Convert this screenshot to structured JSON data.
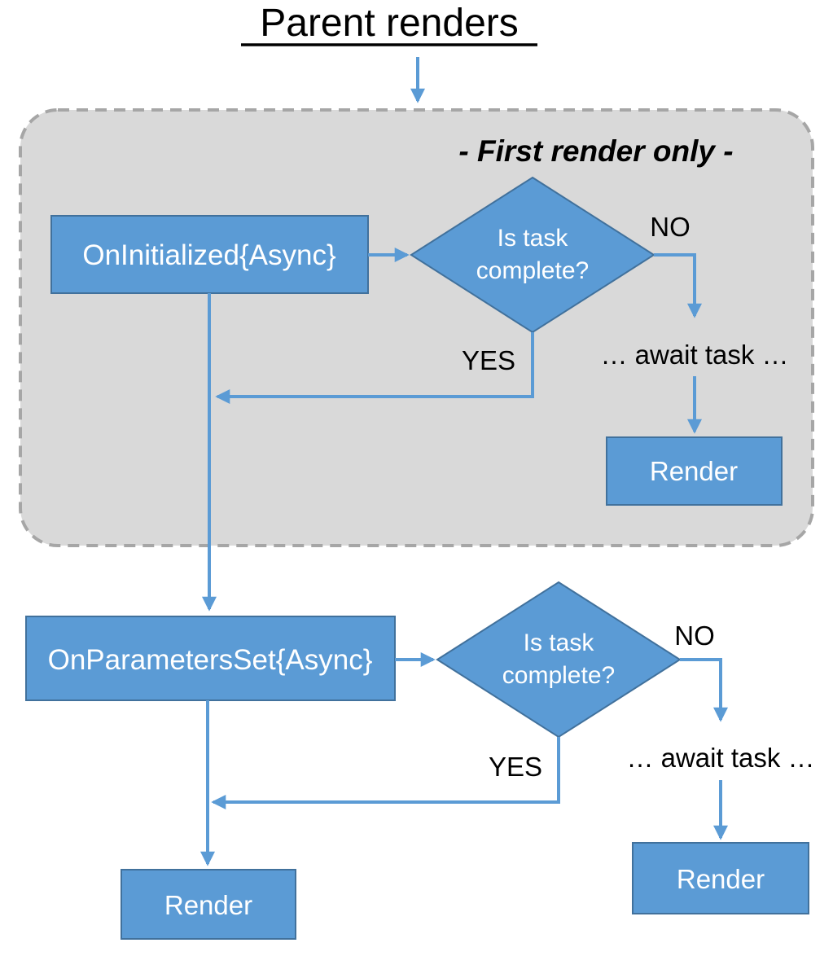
{
  "title": "Parent renders",
  "colors": {
    "node_fill": "#5B9BD5",
    "node_border": "#41719C",
    "arrow": "#5B9BD5",
    "group_fill": "#D9D9D9",
    "group_border": "#A6A6A6",
    "text_dark": "#000000",
    "text_light": "#FFFFFF"
  },
  "group": {
    "label": "- First render only -"
  },
  "nodes": {
    "on_initialized": "OnInitialized{Async}",
    "decision1": {
      "line1": "Is task",
      "line2": "complete?"
    },
    "render_first": "Render",
    "on_parameters_set": "OnParametersSet{Async}",
    "decision2": {
      "line1": "Is task",
      "line2": "complete?"
    },
    "render_right": "Render",
    "render_left": "Render"
  },
  "labels": {
    "no1": "NO",
    "yes1": "YES",
    "await1": "… await task …",
    "no2": "NO",
    "yes2": "YES",
    "await2": "… await task …"
  }
}
